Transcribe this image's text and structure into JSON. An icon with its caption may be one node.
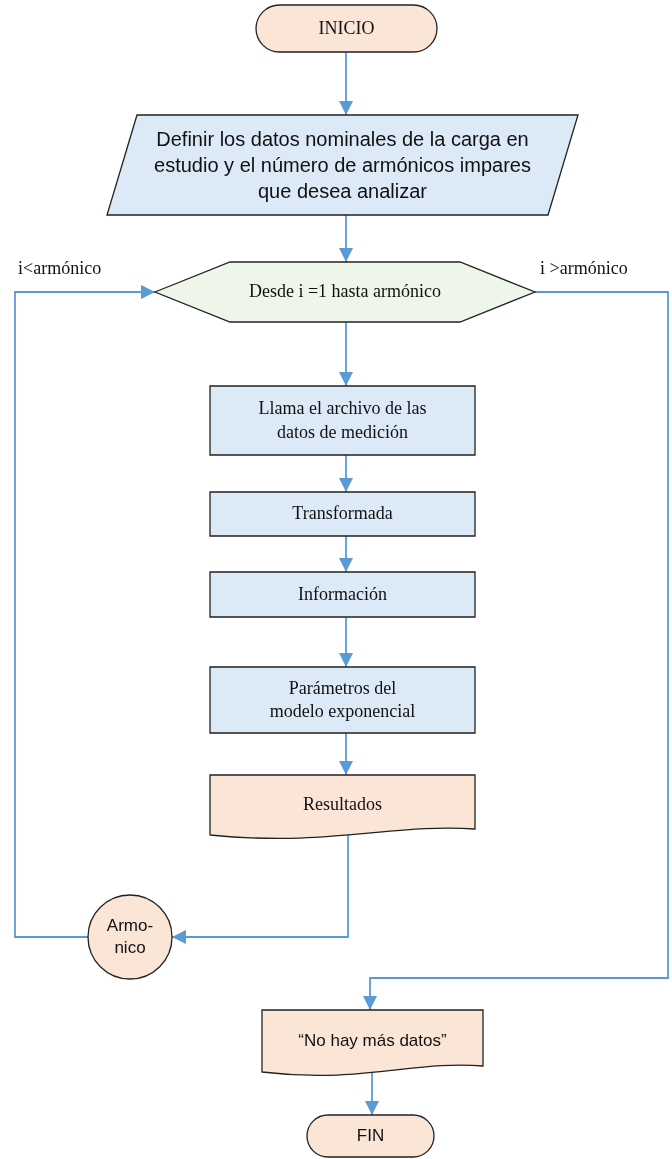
{
  "diagram": {
    "nodes": [
      {
        "text": [
          "INICIO"
        ]
      },
      {
        "text": [
          "Definir los datos nominales de la carga en estudio y el número de armónicos impares que desea analizar"
        ]
      },
      {
        "text": [
          "Desde i =1 hasta armónico"
        ]
      },
      {
        "text": [
          "Llama el archivo de las datos de medición"
        ]
      },
      {
        "text": [
          "Transformada"
        ]
      },
      {
        "text": [
          "Información"
        ]
      },
      {
        "text": [
          "Parámetros del modelo exponencial"
        ]
      },
      {
        "text": [
          "Resultados"
        ]
      },
      {
        "text": [
          "Armo- nico"
        ]
      },
      {
        "text": [
          "“No hay más datos”"
        ]
      },
      {
        "text": [
          "FIN"
        ]
      }
    ],
    "edges": [
      {
        "from": 0,
        "to": 1,
        "arrow": "to"
      },
      {
        "from": 1,
        "to": 2,
        "arrow": "to"
      },
      {
        "from": 2,
        "to": 3,
        "arrow": "to"
      },
      {
        "from": 3,
        "to": 4,
        "arrow": "to"
      },
      {
        "from": 4,
        "to": 5,
        "arrow": "to"
      },
      {
        "from": 5,
        "to": 6,
        "arrow": "to"
      },
      {
        "from": 6,
        "to": 7,
        "arrow": "to"
      },
      {
        "from": 7,
        "to": 8,
        "arrow": "to"
      },
      {
        "from": 8,
        "to": 2,
        "arrow": "to",
        "label": "i<armónico"
      },
      {
        "from": 2,
        "to": 9,
        "arrow": "to",
        "label": "i >armónico"
      },
      {
        "from": 9,
        "to": 10,
        "arrow": "to"
      }
    ]
  }
}
